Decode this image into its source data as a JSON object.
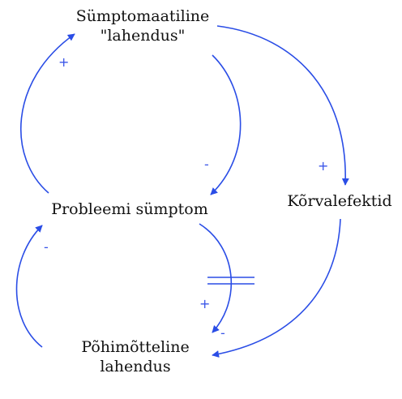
{
  "nodes": {
    "symptomatic_solution": {
      "line1": "Sümptomaatiline",
      "line2": "\"lahendus\""
    },
    "problem_symptom": {
      "line1": "Probleemi sümptom"
    },
    "side_effects": {
      "line1": "Kõrvalefektid"
    },
    "fundamental_solution": {
      "line1": "Põhimõtteline",
      "line2": "lahendus"
    }
  },
  "polarities": {
    "symptom_to_solution": "+",
    "solution_to_symptom": "-",
    "solution_to_side_effects": "+",
    "fundamental_to_symptom": "-",
    "symptom_to_fundamental": "+",
    "side_effects_to_fundamental": "-"
  },
  "colors": {
    "arrow": "#2a4de6",
    "text": "#111111"
  }
}
